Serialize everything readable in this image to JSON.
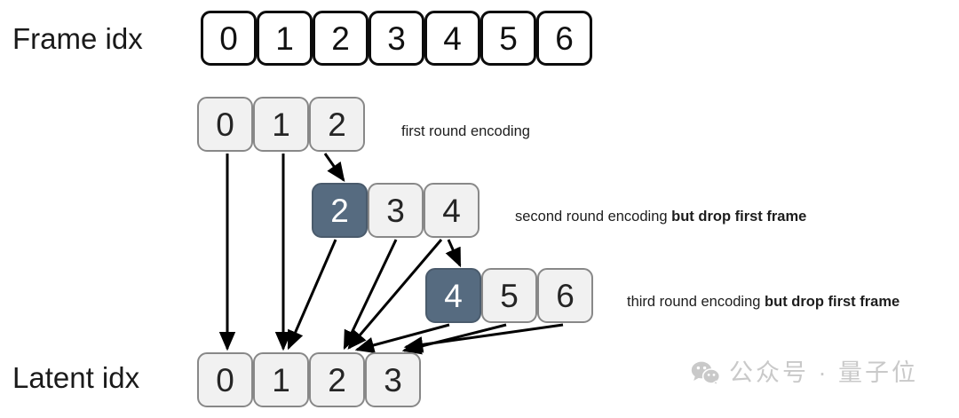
{
  "diagram": {
    "title_rows": {
      "frame_label": "Frame idx",
      "latent_label": "Latent idx"
    },
    "rows": [
      {
        "name": "frame-idx-row",
        "style": "frame",
        "cells": [
          {
            "value": "0",
            "highlight": false
          },
          {
            "value": "1",
            "highlight": false
          },
          {
            "value": "2",
            "highlight": false
          },
          {
            "value": "3",
            "highlight": false
          },
          {
            "value": "4",
            "highlight": false
          },
          {
            "value": "5",
            "highlight": false
          },
          {
            "value": "6",
            "highlight": false
          }
        ]
      },
      {
        "name": "first-round-row",
        "style": "light",
        "cells": [
          {
            "value": "0",
            "highlight": false
          },
          {
            "value": "1",
            "highlight": false
          },
          {
            "value": "2",
            "highlight": false
          }
        ]
      },
      {
        "name": "second-round-row",
        "style": "light",
        "cells": [
          {
            "value": "2",
            "highlight": true
          },
          {
            "value": "3",
            "highlight": false
          },
          {
            "value": "4",
            "highlight": false
          }
        ]
      },
      {
        "name": "third-round-row",
        "style": "light",
        "cells": [
          {
            "value": "4",
            "highlight": true
          },
          {
            "value": "5",
            "highlight": false
          },
          {
            "value": "6",
            "highlight": false
          }
        ]
      },
      {
        "name": "latent-idx-row",
        "style": "light",
        "cells": [
          {
            "value": "0",
            "highlight": false
          },
          {
            "value": "1",
            "highlight": false
          },
          {
            "value": "2",
            "highlight": false
          },
          {
            "value": "3",
            "highlight": false
          }
        ]
      }
    ],
    "annotations": [
      {
        "plain": "first round encoding",
        "bold": ""
      },
      {
        "plain": "second round encoding ",
        "bold": "but drop first frame"
      },
      {
        "plain": "third round encoding ",
        "bold": "but drop first frame"
      }
    ],
    "watermark": {
      "icon": "wechat-icon",
      "text": "公众号 · 量子位"
    },
    "colors": {
      "highlight_fill": "#566b80",
      "light_fill": "#f1f1f1",
      "light_border": "#888888",
      "frame_border": "#0c0c0c",
      "arrow": "#000000",
      "watermark": "#c9c9c9"
    }
  }
}
